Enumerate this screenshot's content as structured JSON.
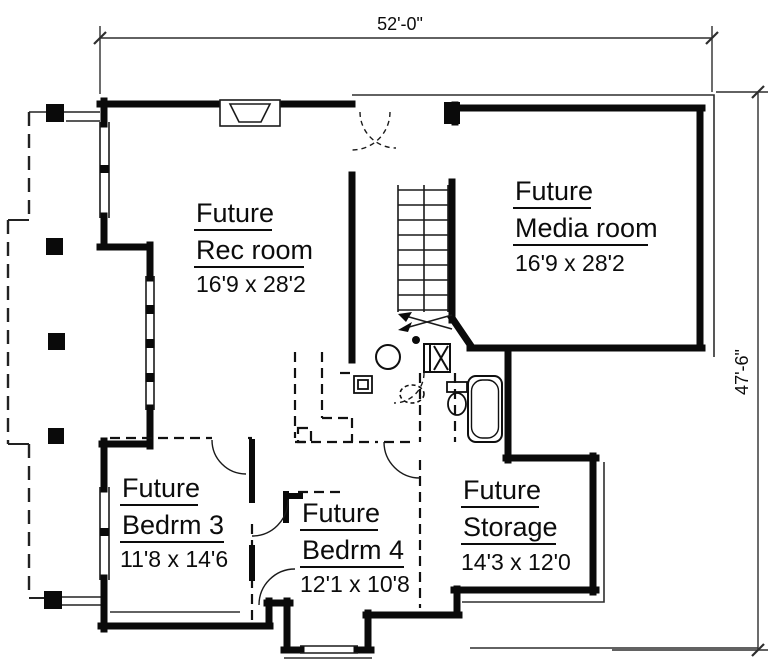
{
  "document": {
    "type": "basement floor plan"
  },
  "dimensions": {
    "top": "52'-0\"",
    "right": "47'-6\""
  },
  "rooms": [
    {
      "id": "rec-room",
      "prefix": "Future",
      "name": "Rec room",
      "size": "16'9 x 28'2"
    },
    {
      "id": "media-room",
      "prefix": "Future",
      "name": "Media room",
      "size": "16'9 x 28'2"
    },
    {
      "id": "bedroom-3",
      "prefix": "Future",
      "name": "Bedrm 3",
      "size": "11'8 x 14'6"
    },
    {
      "id": "bedroom-4",
      "prefix": "Future",
      "name": "Bedrm 4",
      "size": "12'1 x 10'8"
    },
    {
      "id": "storage",
      "prefix": "Future",
      "name": "Storage",
      "size": "14'3 x 12'0"
    }
  ],
  "features": {
    "stairs": "staircase-with-direction-arrows",
    "fireplace": "fireplace-alcove",
    "fixtures": [
      "sink",
      "toilet",
      "bathtub",
      "utility-unit",
      "laundry-box"
    ],
    "deck": "deck-outline-with-posts"
  },
  "colors": {
    "wall": "#0a0a0a",
    "line": "#2e2e2e",
    "background": "#ffffff",
    "text": "#0c0c0c"
  }
}
